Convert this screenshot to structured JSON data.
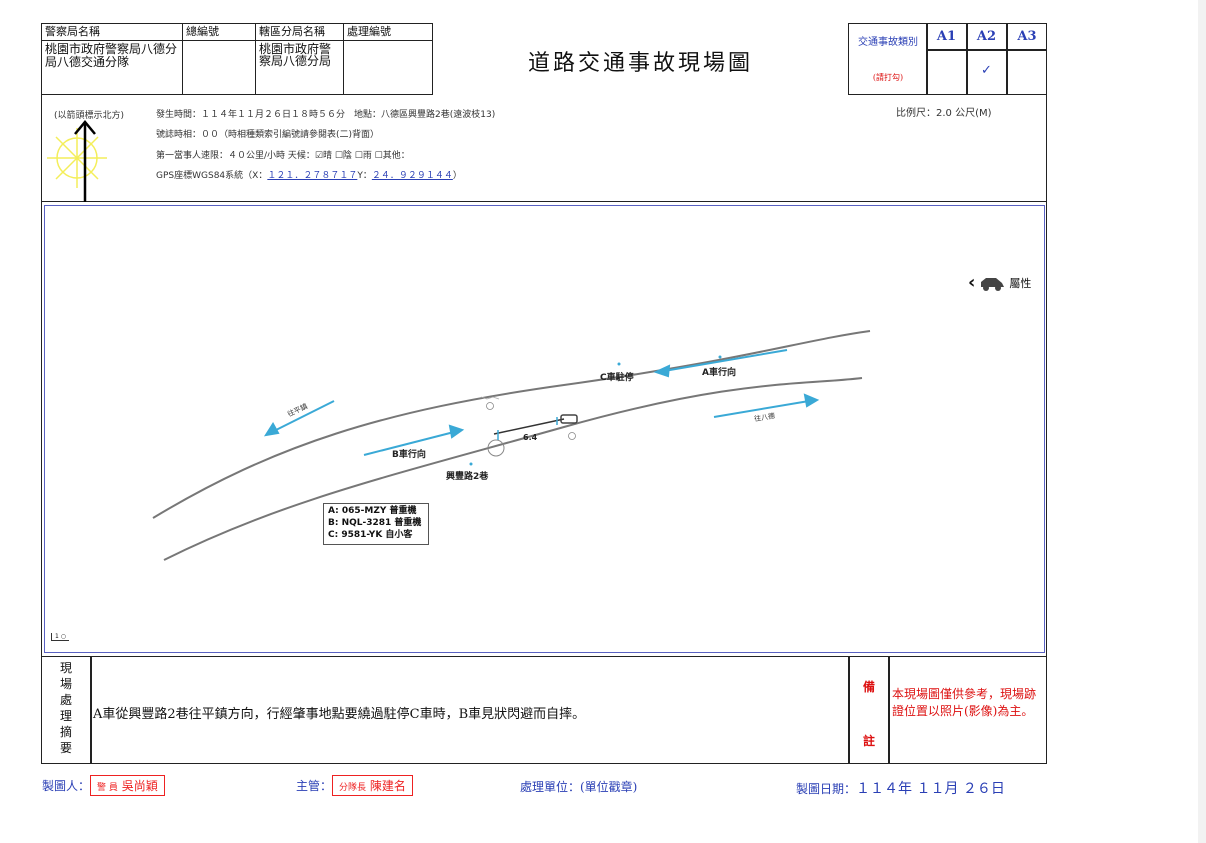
{
  "header": {
    "police_station_label": "警察局名稱",
    "police_station_value": "桃園市政府警察局八德分局八德交通分隊",
    "serial_label": "總編號",
    "serial_value": "",
    "district_label": "轄區分局名稱",
    "district_value": "桃園市政府警察局八德分局",
    "case_label": "處理編號",
    "case_value": "",
    "title": "道路交通事故現場圖",
    "category_label": "交通事故類別",
    "category_hint": "(請打勾)",
    "categories": [
      "A1",
      "A2",
      "A3"
    ],
    "category_checked": "✓"
  },
  "info": {
    "north_note": "(以箭頭標示北方)",
    "time_line": "發生時間：１１４年１１月２６日１８時５６分　地點：八德區興豐路2巷(遠波枝13)",
    "scale": "比例尺：2.0 公尺(M)",
    "offset_line": "號誌時相：００（時相種類索引編號請參閱表(二)背面）",
    "speed_line": "第一當事人速限：４０公里/小時 天候：☑晴 ☐陰 ☐雨 ☐其他：",
    "gps_prefix": "GPS座標WGS84系統（X：",
    "gps_x": "１２１．２７８７１７",
    "gps_mid": "Y：",
    "gps_y": "２４．９２９１４４",
    "gps_suffix": "）"
  },
  "diagram": {
    "attr_label": "屬性",
    "c_stop": "C車駐停",
    "a_dir": "A車行向",
    "b_dir": "B車行向",
    "to_pingzhen": "往平鎮",
    "to_bade": "往八德",
    "road": "興豐路2巷",
    "distance": "6.4",
    "legend": [
      "A: 065-MZY  普重機",
      "B: NQL-3281  普重機",
      "C: 9581-YK  自小客"
    ],
    "corner_mark": "1 ○"
  },
  "summary": {
    "label_chars": [
      "現",
      "場",
      "處",
      "理",
      "摘",
      "要"
    ],
    "text": "A車從興豐路2巷往平鎮方向，行經肇事地點要繞過駐停C車時，B車見狀閃避而自摔。",
    "remark_chars": [
      "備",
      "註"
    ],
    "remark_text": "本現場圖僅供參考，現場跡證位置以照片(影像)為主。"
  },
  "footer": {
    "drawer_label": "製圖人：",
    "drawer_stamp_title": "警 員",
    "drawer_stamp_name": "吳尚穎",
    "supervisor_label": "主管：",
    "supervisor_stamp_title": "分隊長",
    "supervisor_stamp_name": "陳建名",
    "unit_label": "處理單位：(單位戳章)",
    "date_label": "製圖日期：",
    "date_value": "１１４年 １１月 ２６日"
  },
  "colors": {
    "accent_blue": "#2a3fb5",
    "stamp_red": "#e22",
    "arrow_cyan": "#3aa9d6"
  }
}
